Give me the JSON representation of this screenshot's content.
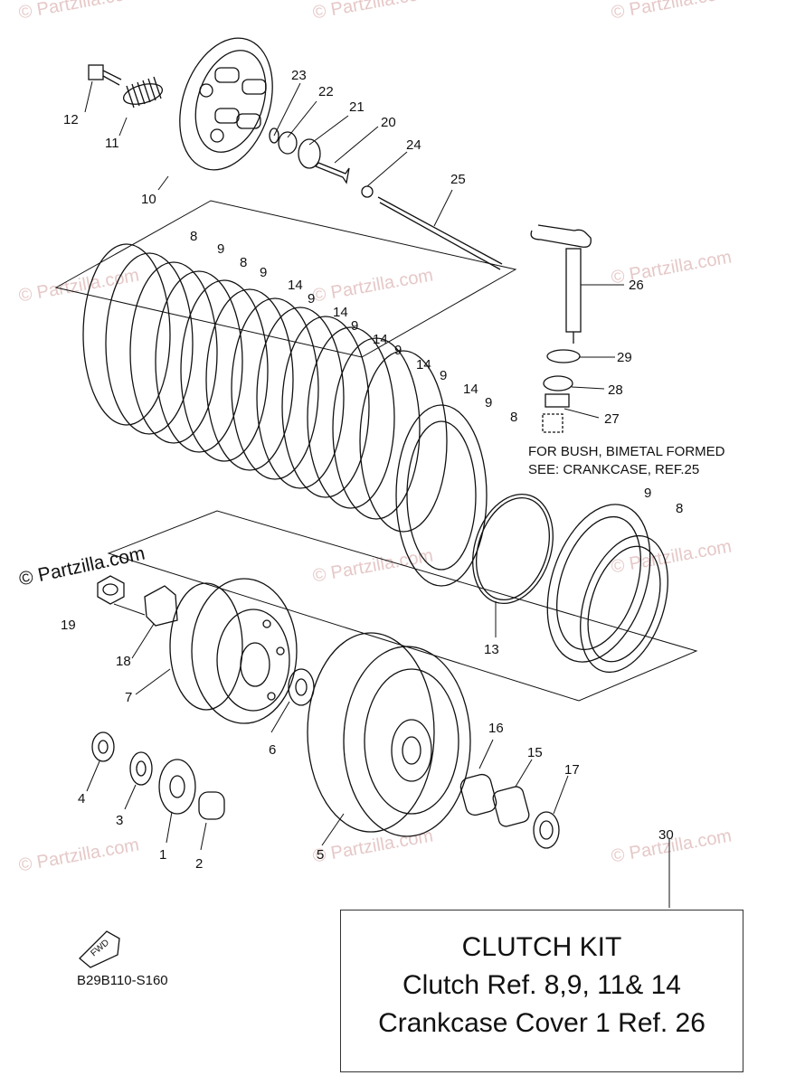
{
  "watermark": "© Partzilla.com",
  "note": {
    "line1": "FOR BUSH, BIMETAL FORMED",
    "line2": "SEE: CRANKCASE, REF.25"
  },
  "fwd_label": "FWD",
  "diagram_code": "B29B110-S160",
  "kit": {
    "title": "CLUTCH KIT",
    "line1": "Clutch Ref. 8,9, 11& 14",
    "line2": "Crankcase Cover 1 Ref. 26"
  },
  "callouts": {
    "c1": "1",
    "c2": "2",
    "c3": "3",
    "c4": "4",
    "c5": "5",
    "c6": "6",
    "c7": "7",
    "c8": "8",
    "c9": "9",
    "c10": "10",
    "c11": "11",
    "c12": "12",
    "c13": "13",
    "c14": "14",
    "c15": "15",
    "c16": "16",
    "c17": "17",
    "c18": "18",
    "c19": "19",
    "c20": "20",
    "c21": "21",
    "c22": "22",
    "c23": "23",
    "c24": "24",
    "c25": "25",
    "c26": "26",
    "c27": "27",
    "c28": "28",
    "c29": "29",
    "c30": "30"
  }
}
